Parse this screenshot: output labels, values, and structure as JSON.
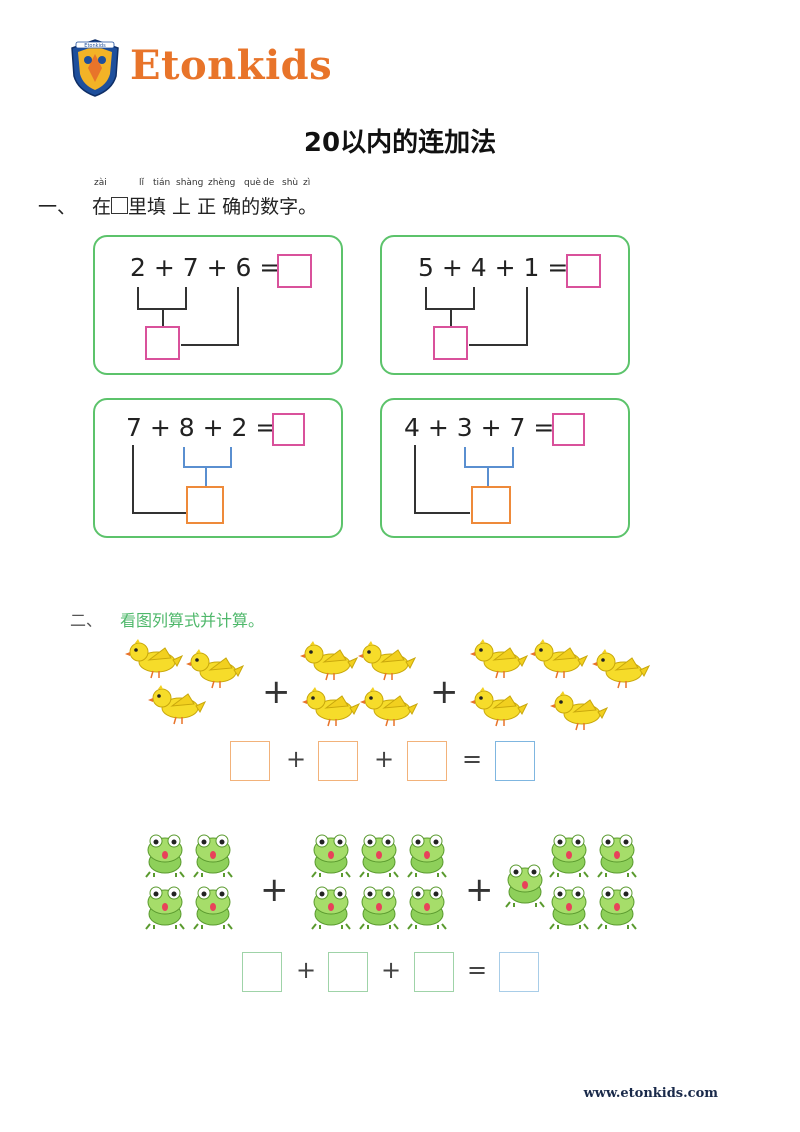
{
  "header": {
    "brand": "Etonkids",
    "crest_text": "Etonkids"
  },
  "title": "20以内的连加法",
  "question1": {
    "number": "一、",
    "pinyin": [
      "zài",
      "lǐ",
      "tián",
      "shàng",
      "zhèng",
      "què",
      "de",
      "shù",
      "zì"
    ],
    "text_before_box": "在",
    "text_after_box": "里填 上  正 确的数字。",
    "problems": [
      {
        "a": "2",
        "b": "7",
        "c": "6"
      },
      {
        "a": "5",
        "b": "4",
        "c": "1"
      },
      {
        "a": "7",
        "b": "8",
        "c": "2"
      },
      {
        "a": "4",
        "b": "3",
        "c": "7"
      }
    ],
    "plus": "+",
    "equals": "="
  },
  "question2": {
    "number": "二、",
    "text": "看图列算式并计算。",
    "rows": [
      {
        "kind": "bird",
        "groups": [
          3,
          4,
          5
        ]
      },
      {
        "kind": "frog",
        "groups": [
          4,
          6,
          5
        ]
      }
    ],
    "plus": "+",
    "equals": "="
  },
  "footer": {
    "url": "www.etonkids.com"
  },
  "colors": {
    "card_border": "#5cc36b",
    "pink_box": "#d9519b",
    "orange_box": "#ee8a3a",
    "blue_bracket": "#5a8fd0",
    "answer_box": "#7fb6e0",
    "brand": "#e8742a"
  }
}
